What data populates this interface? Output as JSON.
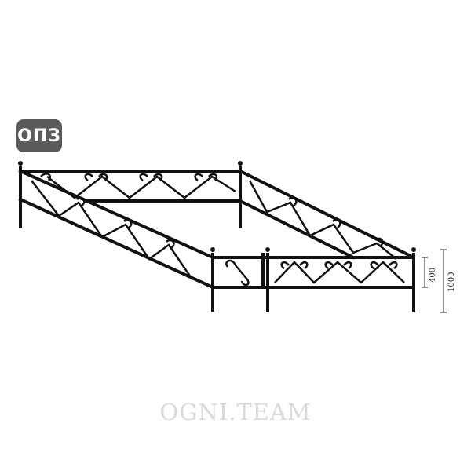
{
  "badge": {
    "label": "ОПЗ"
  },
  "dimensions": {
    "panel_height": "400",
    "total_height": "1000"
  },
  "watermark": {
    "text": "OGNI.TEAM"
  },
  "colors": {
    "badge_bg": "#5b5b5b",
    "metal": "#111111",
    "watermark": "#d9d9d9"
  }
}
